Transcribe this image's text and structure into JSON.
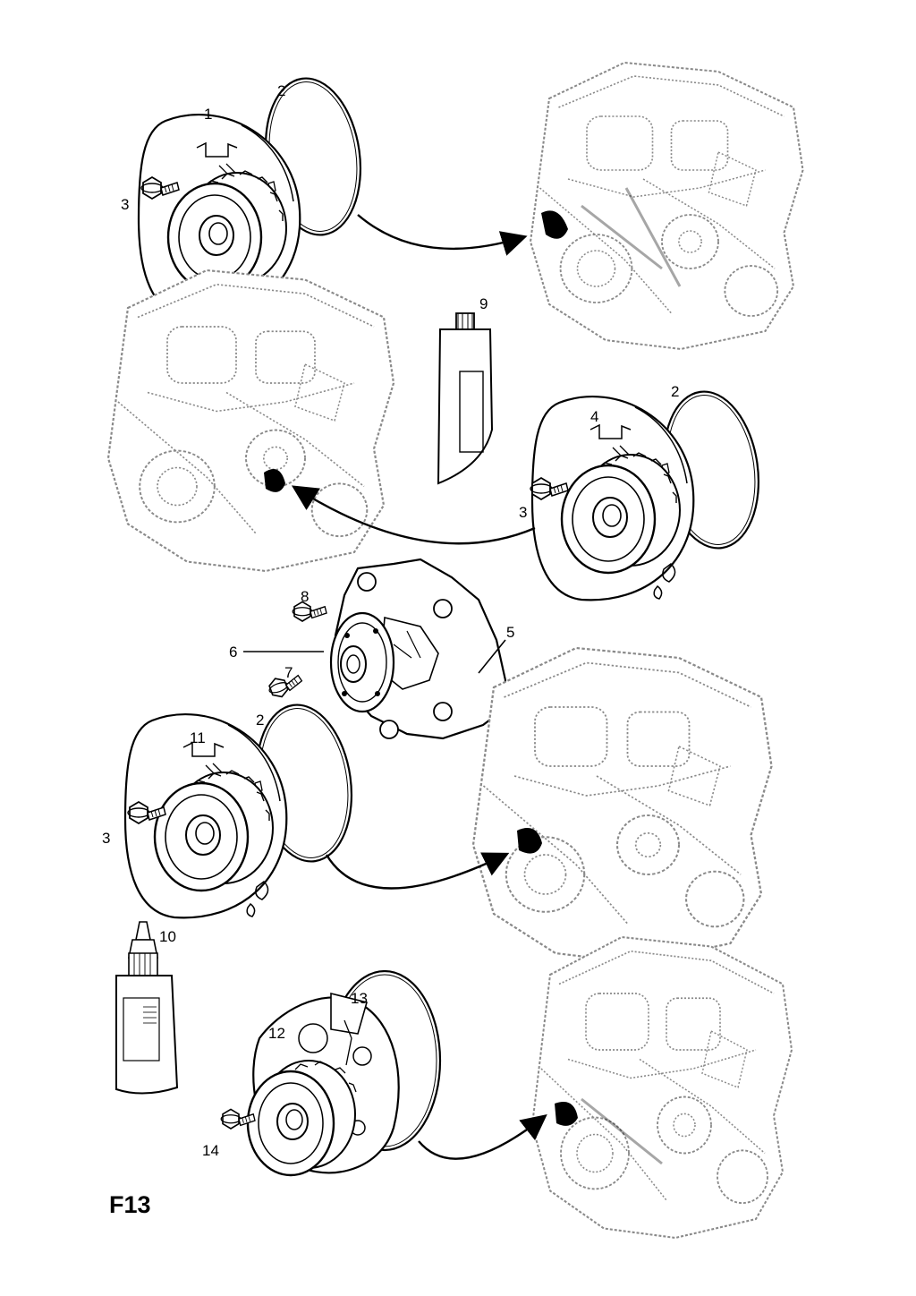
{
  "figure": {
    "label": "F13",
    "callouts": {
      "c1": "1",
      "c2a": "2",
      "c3a": "3",
      "c2b": "2",
      "c4": "4",
      "c3b": "3",
      "c9": "9",
      "c8": "8",
      "c6": "6",
      "c5": "5",
      "c7": "7",
      "c2c": "2",
      "c11": "11",
      "c3c": "3",
      "c10": "10",
      "c13": "13",
      "c12": "12",
      "c14": "14"
    }
  },
  "colors": {
    "ink": "#000000",
    "engine_line": "#8a8a8a",
    "paper": "#ffffff"
  },
  "icons": {
    "pump_assembly": "water-pump-icon",
    "sealing_ring": "o-ring-icon",
    "bolt": "bolt-icon",
    "sealant_tube": "sealant-tube-icon",
    "sealant_bottle": "sealant-bottle-icon",
    "engine": "engine-block-icon"
  }
}
